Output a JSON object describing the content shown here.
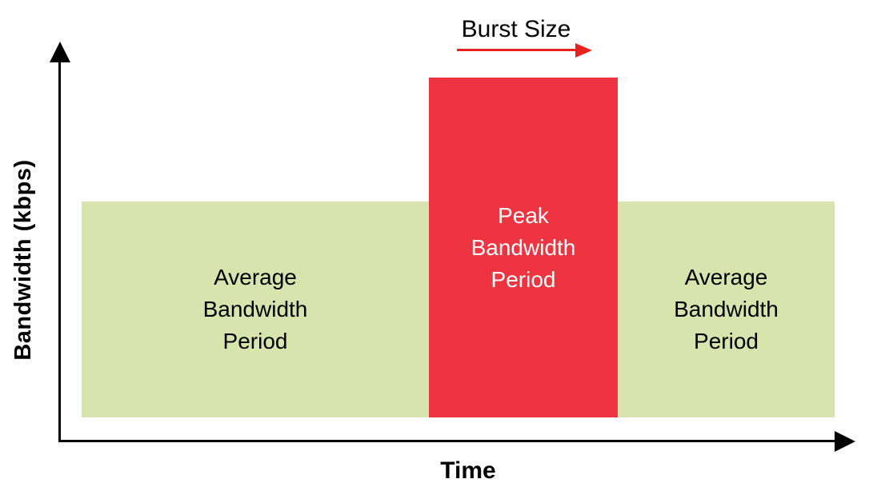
{
  "figure": {
    "y_axis_label": "Bandwidth (kbps)",
    "x_axis_label": "Time",
    "burst": {
      "label": "Burst Size"
    },
    "regions": [
      {
        "key": "average-left",
        "label": "Average Bandwidth Period",
        "fill": "#D7E4AE",
        "text_color": "#000000"
      },
      {
        "key": "peak",
        "label": "Peak Bandwidth Period",
        "fill": "#EE3440",
        "text_color": "#FFFFFF"
      },
      {
        "key": "average-right",
        "label": "Average Bandwidth Period",
        "fill": "#D7E4AE",
        "text_color": "#000000"
      }
    ],
    "colors": {
      "average_fill": "#D7E4AE",
      "peak_fill": "#EE3440",
      "burst_arrow": "#E8211E",
      "axis": "#000000",
      "background": "#FFFFFF"
    }
  }
}
